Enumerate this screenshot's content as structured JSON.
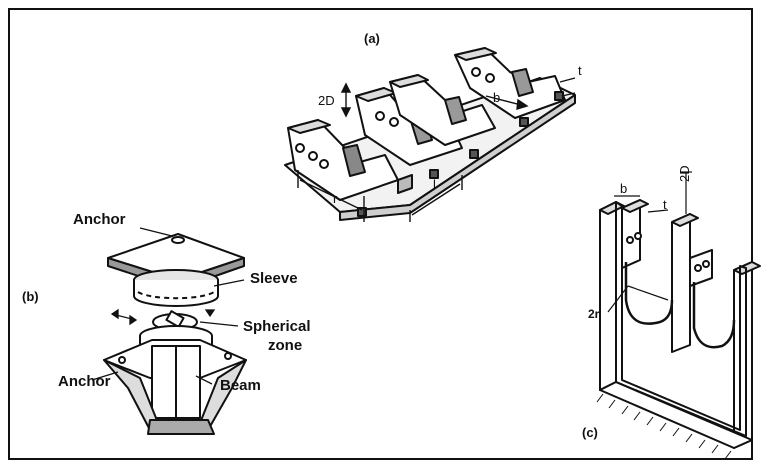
{
  "panels": {
    "a": {
      "label": "(a)",
      "dims": {
        "height": "2D",
        "width": "b",
        "thickness": "t",
        "radius": "r",
        "length": "l"
      }
    },
    "b": {
      "label": "(b)",
      "parts": {
        "anchor_top": "Anchor",
        "sleeve": "Sleeve",
        "spherical_line1": "Spherical",
        "spherical_line2": "zone",
        "anchor_bottom": "Anchor",
        "beam": "Beam"
      }
    },
    "c": {
      "label": "(c)",
      "dims": {
        "width": "b",
        "thickness": "t",
        "height": "2D",
        "radius": "2r"
      }
    }
  },
  "colors": {
    "ink": "#111111",
    "paper": "#ffffff",
    "shade": "#d8d8d8"
  }
}
